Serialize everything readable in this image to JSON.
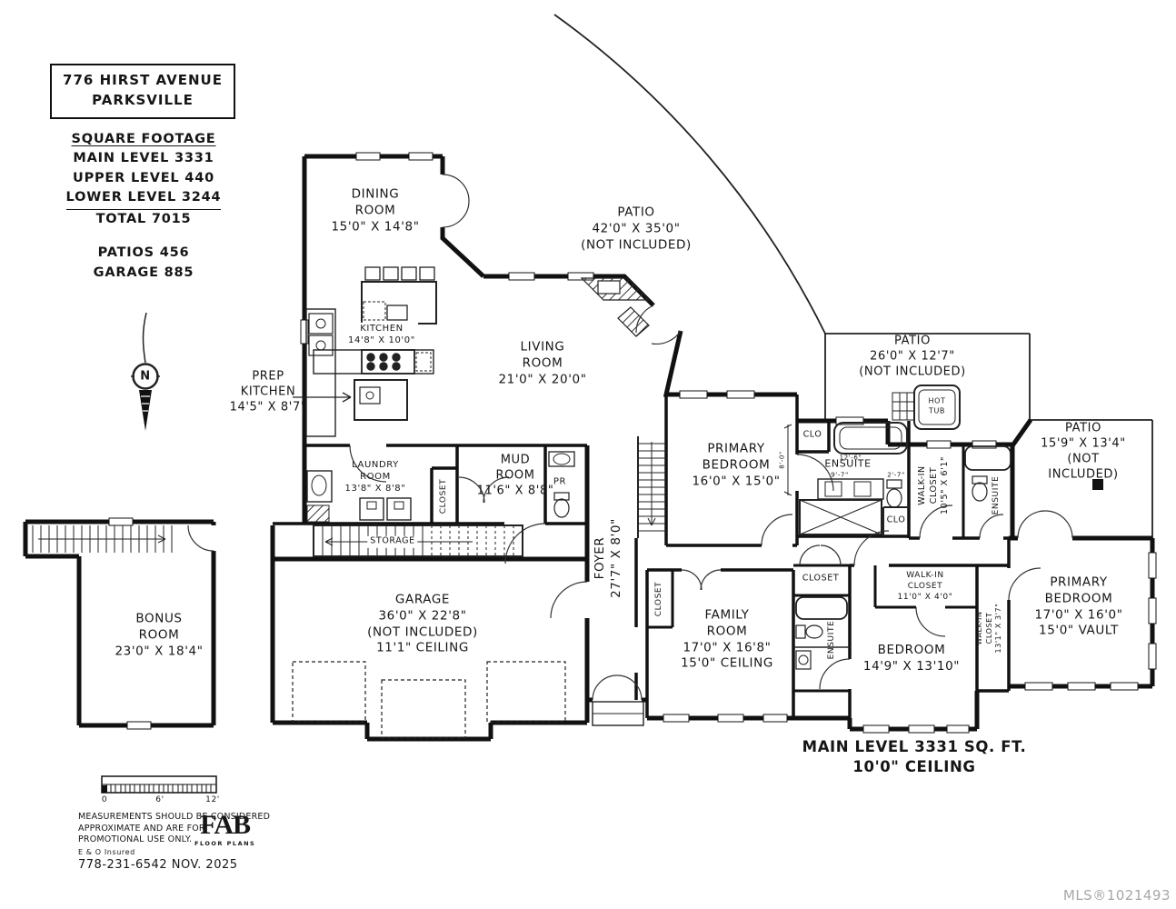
{
  "title_block": {
    "line1": "776 HIRST AVENUE",
    "line2": "PARKSVILLE"
  },
  "square_footage": {
    "heading": "SQUARE FOOTAGE",
    "main_level": "MAIN LEVEL 3331",
    "upper_level": "UPPER LEVEL 440",
    "lower_level": "LOWER LEVEL 3244",
    "total": "TOTAL 7015",
    "patios": "PATIOS 456",
    "garage": "GARAGE 885"
  },
  "compass": {
    "label": "N"
  },
  "rooms": {
    "dining": "DINING\nROOM\n15'0\" X 14'8\"",
    "kitchen": "KITCHEN\n14'8\" X 10'0\"",
    "patio_main": "PATIO\n42'0\" X 35'0\"\n(NOT INCLUDED)",
    "living": "LIVING\nROOM\n21'0\" X 20'0\"",
    "prep_kitchen": "PREP\nKITCHEN\n14'5\" X 8'7\"",
    "patio_hot_tub": "PATIO\n26'0\" X 12'7\"\n(NOT INCLUDED)",
    "hot_tub": "HOT\nTUB",
    "patio_rear": "PATIO\n15'9\" X 13'4\"\n(NOT INCLUDED)",
    "laundry": "LAUNDRY\nROOM\n13'8\" X 8'8\"",
    "closet_mud": "CLOSET",
    "mud_room": "MUD\nROOM\n11'6\" X 8'8\"",
    "powder_room": "PR",
    "primary_bedroom_1": "PRIMARY\nBEDROOM\n16'0\" X 15'0\"",
    "clo_1": "CLO",
    "ensuite_1": "ENSUITE",
    "clo_2": "CLO",
    "walk_in_closet_1": "WALK-IN\nCLOSET\n10'5\" X 6'1\"",
    "ensuite_2": "ENSUITE",
    "foyer": "FOYER\n27'7\" X 8'0\"",
    "storage": "STORAGE",
    "garage": "GARAGE\n36'0\" X 22'8\"\n(NOT INCLUDED)\n11'1\" CEILING",
    "bonus": "BONUS\nROOM\n23'0\" X 18'4\"",
    "closet_family": "CLOSET",
    "family": "FAMILY\nROOM\n17'0\" X 16'8\"\n15'0\" CEILING",
    "closet_bedroom": "CLOSET",
    "ensuite_3": "ENSUITE",
    "bedroom": "BEDROOM\n14'9\" X 13'10\"",
    "walk_in_closet_2": "WALK-IN\nCLOSET\n11'0\" X 4'0\"",
    "walk_in_closet_3": "WALK-IN\nCLOSET\n13'1\" X 3'7\"",
    "primary_bedroom_2": "PRIMARY\nBEDROOM\n17'0\" X 16'0\"\n15'0\" VAULT"
  },
  "dimensions": {
    "tub_1": "12'-6\"",
    "vanity_1": "9'-7\"",
    "toilet_1": "2'-7\"",
    "ensuite_1_depth": "8'-0\""
  },
  "notes": {
    "main_level": "MAIN LEVEL 3331 SQ. FT.\n10'0\" CEILING"
  },
  "scale_bar": {
    "start": "0",
    "mid": "6'",
    "end": "12'"
  },
  "footer": {
    "disclaimer": "MEASUREMENTS SHOULD BE CONSIDERED\nAPPROXIMATE AND ARE FOR\nPROMOTIONAL USE ONLY.",
    "insurance": "E & O Insured",
    "phone_date": "778-231-6542  NOV. 2025",
    "logo": "FAB",
    "logo_sub": "FLOOR PLANS"
  },
  "watermark": "MLS®1021493",
  "colors": {
    "ink": "#161616",
    "watermark": "#a7a7a7"
  }
}
